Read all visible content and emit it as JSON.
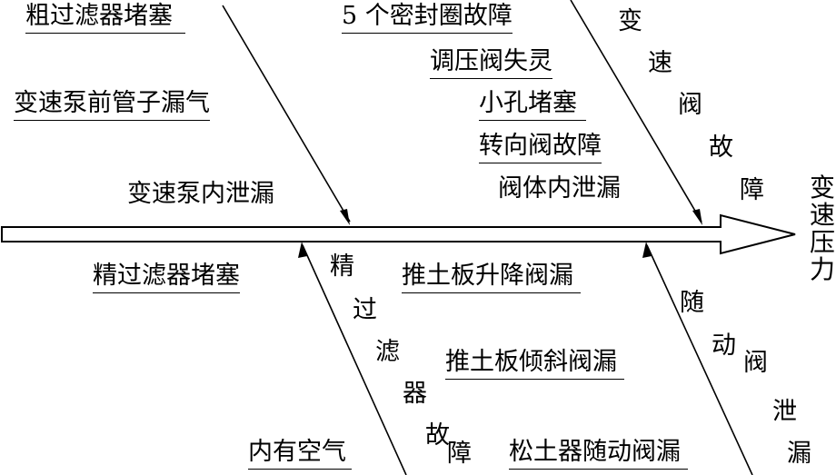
{
  "effect": "变速压力",
  "upper_left": {
    "title": "",
    "causes": [
      "粗过滤器堵塞",
      "变速泵前管子漏气",
      "变速泵内泄漏"
    ]
  },
  "upper_right": {
    "title": "变速阀故障",
    "causes": [
      "5 个密封圈故障",
      "调压阀失灵",
      "小孔堵塞",
      "转向阀故障",
      "阀体内泄漏"
    ]
  },
  "lower_left": {
    "title": "精过滤器故障",
    "causes": [
      "精过滤器堵塞",
      "内有空气"
    ]
  },
  "lower_right": {
    "title": "随动阀泄漏",
    "causes": [
      "推土板升降阀漏",
      "推土板倾斜阀漏",
      "松土器随动阀漏"
    ]
  }
}
